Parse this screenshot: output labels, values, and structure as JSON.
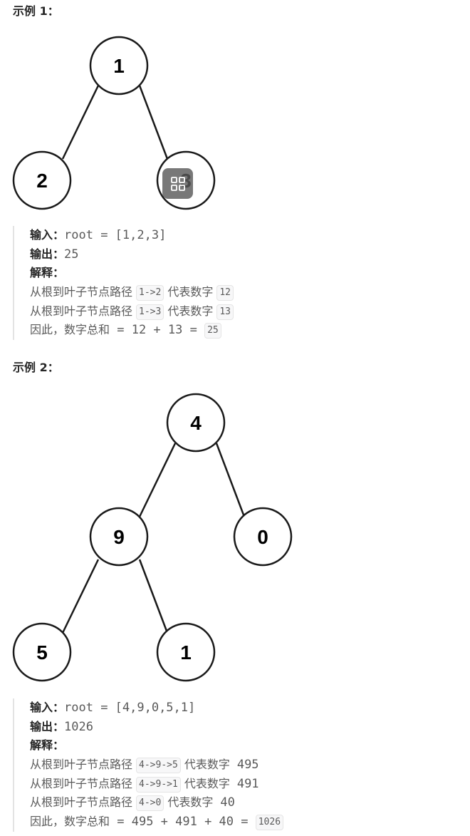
{
  "example1": {
    "heading": "示例 1：",
    "tree": {
      "root": "1",
      "left": "2",
      "right": "3"
    },
    "input_label": "输入：",
    "input_value": "root = [1,2,3]",
    "output_label": "输出：",
    "output_value": "25",
    "explain_label": "解释：",
    "path1": {
      "prefix": "从根到叶子节点路径",
      "code": "1->2",
      "middle": "代表数字",
      "number": "12"
    },
    "path2": {
      "prefix": "从根到叶子节点路径",
      "code": "1->3",
      "middle": "代表数字",
      "number": "13"
    },
    "sum": {
      "prefix": "因此，数字总和",
      "expr": " = 12 + 13 = ",
      "result": "25"
    }
  },
  "example2": {
    "heading": "示例 2：",
    "tree": {
      "root": "4",
      "left": "9",
      "right": "0",
      "left_left": "5",
      "left_right": "1"
    },
    "input_label": "输入：",
    "input_value": "root = [4,9,0,5,1]",
    "output_label": "输出：",
    "output_value": "1026",
    "explain_label": "解释：",
    "path1": {
      "prefix": "从根到叶子节点路径",
      "code": "4->9->5",
      "middle": "代表数字",
      "number": "495"
    },
    "path2": {
      "prefix": "从根到叶子节点路径",
      "code": "4->9->1",
      "middle": "代表数字",
      "number": "491"
    },
    "path3": {
      "prefix": "从根到叶子节点路径",
      "code": "4->0",
      "middle": "代表数字",
      "number": "40"
    },
    "sum": {
      "prefix": "因此，数字总和",
      "expr": " = 495 + 491 + 40 = ",
      "result": "1026"
    }
  },
  "overlay": {
    "icon": "grid-icon"
  }
}
